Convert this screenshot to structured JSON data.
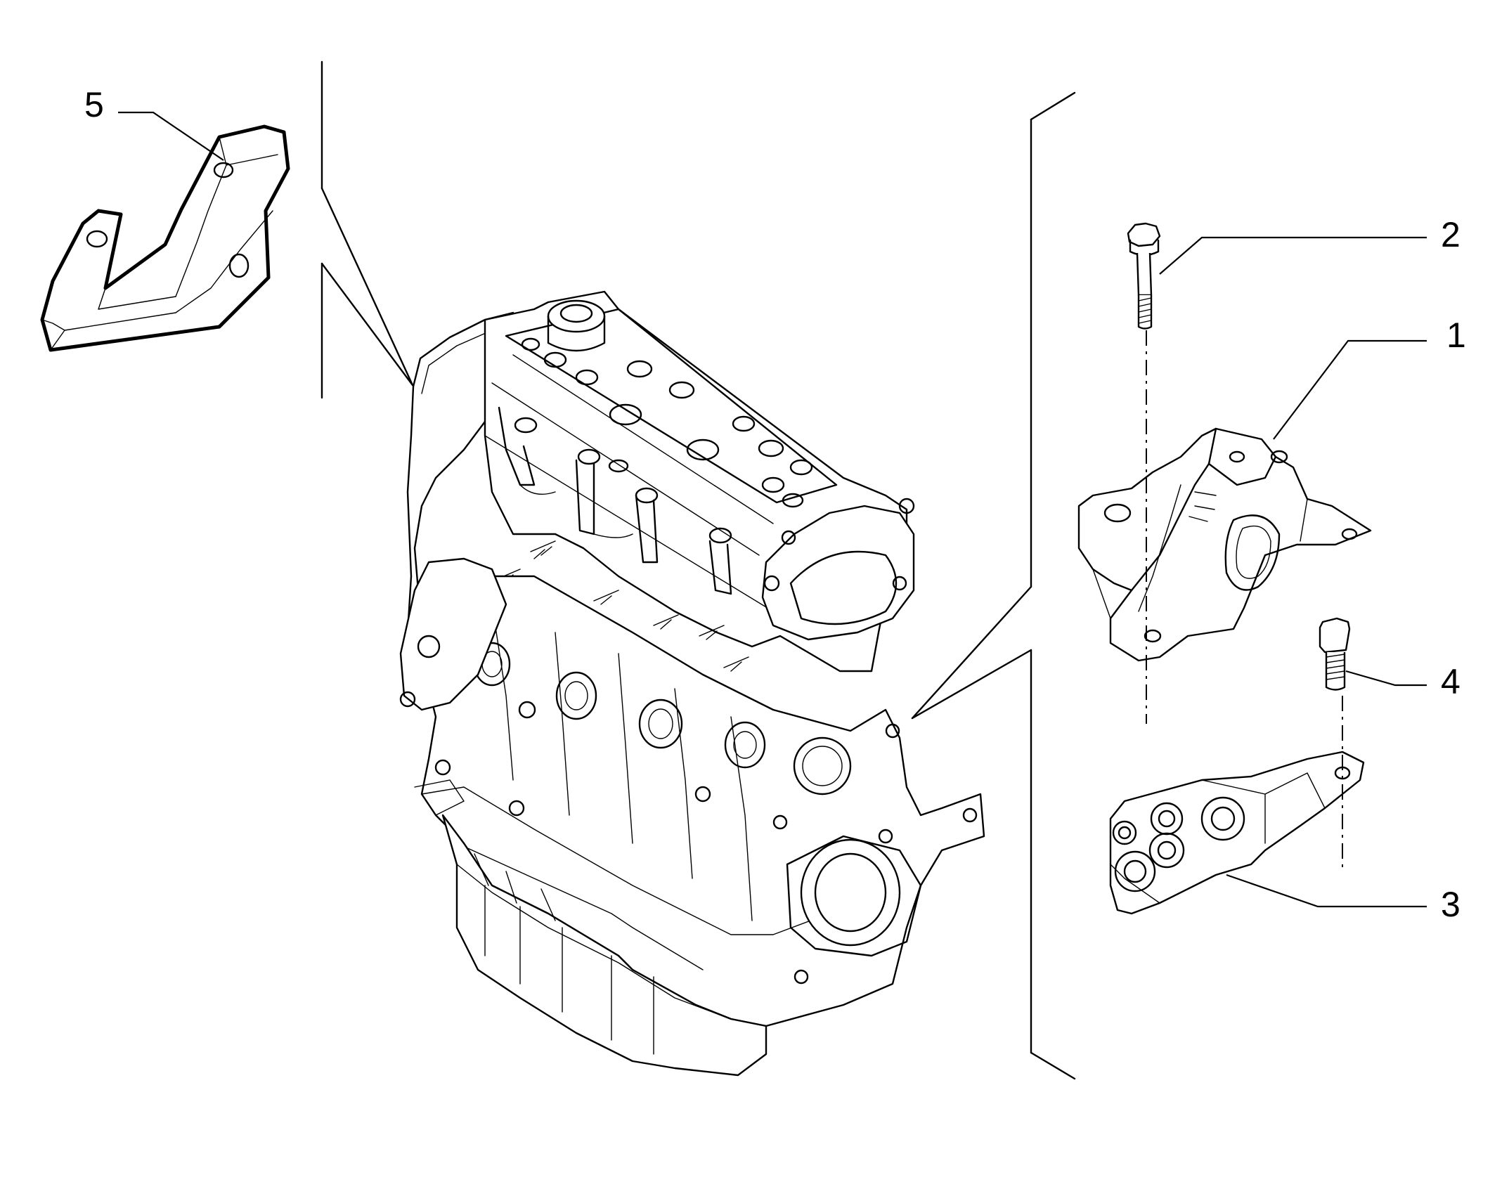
{
  "diagram": {
    "callouts": [
      {
        "id": "1",
        "label": "1"
      },
      {
        "id": "2",
        "label": "2"
      },
      {
        "id": "3",
        "label": "3"
      },
      {
        "id": "4",
        "label": "4"
      },
      {
        "id": "5",
        "label": "5"
      }
    ]
  },
  "colors": {
    "line": "#000000",
    "background": "#ffffff"
  }
}
